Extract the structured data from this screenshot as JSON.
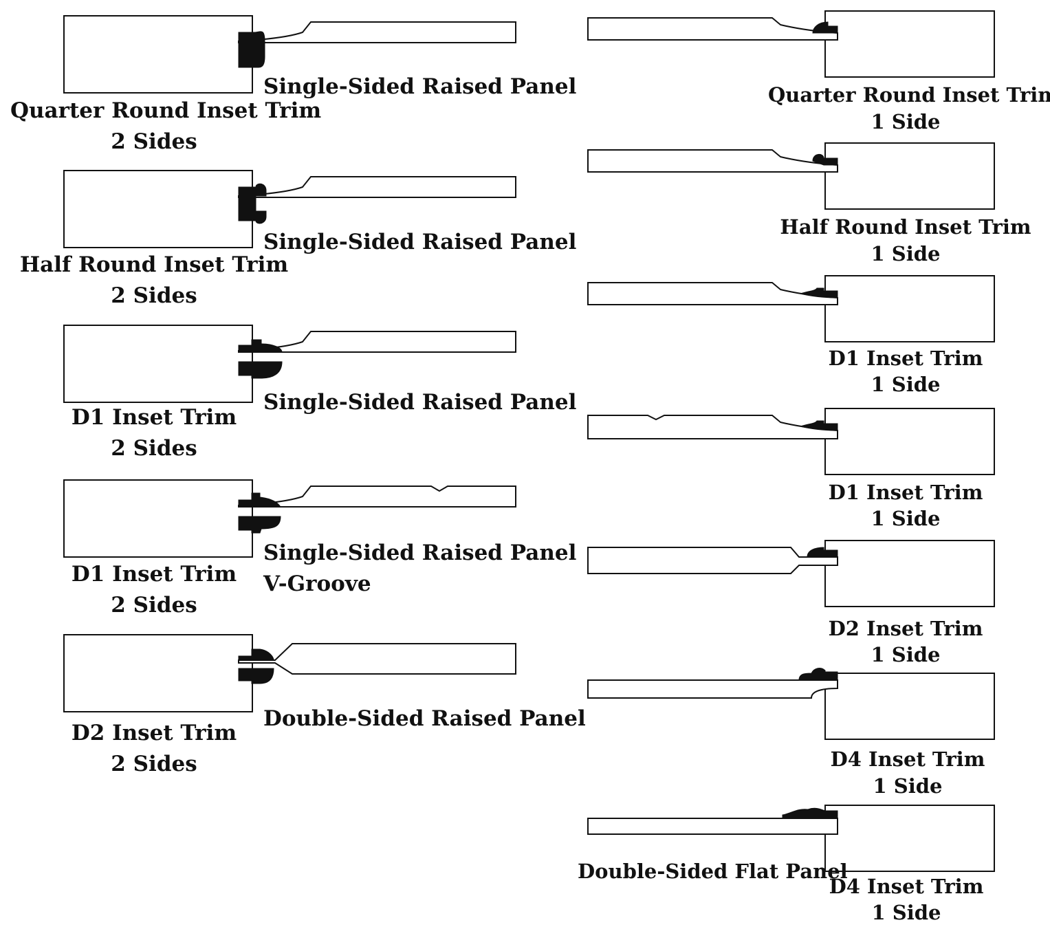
{
  "colors": {
    "ink": "#111111",
    "background": "#ffffff"
  },
  "left": [
    {
      "trim": [
        "Quarter Round Inset Trim",
        "2 Sides"
      ],
      "panel": [
        "Single-Sided Raised Panel"
      ]
    },
    {
      "trim": [
        "Half Round Inset Trim",
        "2 Sides"
      ],
      "panel": [
        "Single-Sided Raised Panel"
      ]
    },
    {
      "trim": [
        "D1 Inset Trim",
        "2 Sides"
      ],
      "panel": [
        "Single-Sided Raised Panel"
      ]
    },
    {
      "trim": [
        "D1 Inset Trim",
        "2 Sides"
      ],
      "panel": [
        "Single-Sided Raised Panel",
        "V-Groove"
      ]
    },
    {
      "trim": [
        "D2 Inset Trim",
        "2 Sides"
      ],
      "panel": [
        "Double-Sided Raised Panel"
      ]
    }
  ],
  "right": [
    {
      "trim": [
        "Quarter Round Inset Trim",
        "1 Side"
      ]
    },
    {
      "trim": [
        "Half Round Inset Trim",
        "1 Side"
      ]
    },
    {
      "trim": [
        "D1 Inset Trim",
        "1 Side"
      ]
    },
    {
      "trim": [
        "D1 Inset Trim",
        "1 Side"
      ]
    },
    {
      "trim": [
        "D2 Inset Trim",
        "1 Side"
      ]
    },
    {
      "trim": [
        "D4 Inset Trim",
        "1 Side"
      ]
    },
    {
      "trim": [
        "D4 Inset Trim",
        "1 Side"
      ],
      "panel": [
        "Double-Sided Flat Panel"
      ]
    }
  ]
}
